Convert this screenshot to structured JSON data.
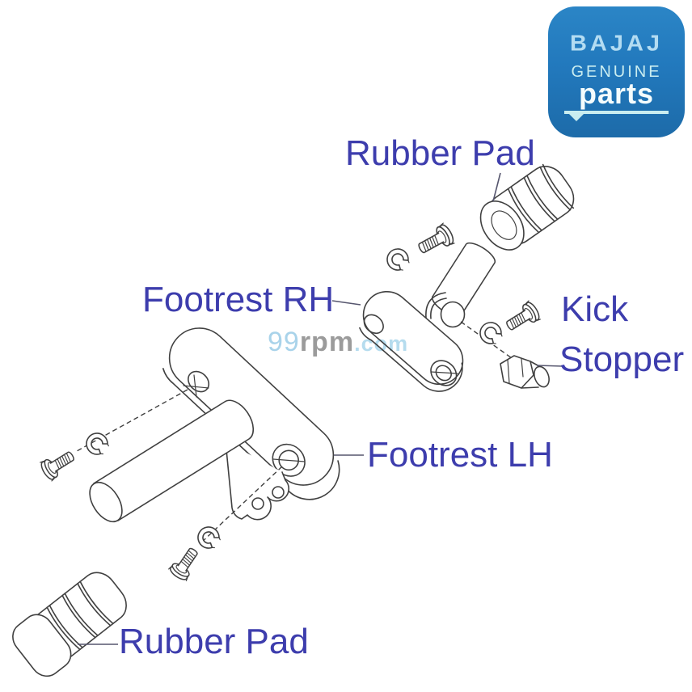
{
  "colors": {
    "label": "#3d3dad",
    "line": "#404040",
    "logo_bg": "#2279bd",
    "logo_brand": "#b3dcf2",
    "logo_genuine": "#c9edf0",
    "logo_parts": "#f4fcfd",
    "watermark_number": "#a9d3ea",
    "watermark_name": "#9b9b9b",
    "watermark_domain": "#b5dcee"
  },
  "logo": {
    "brand": "BAJAJ",
    "genuine": "GENUINE",
    "parts": "parts"
  },
  "labels": {
    "rubber_pad_top": "Rubber Pad",
    "footrest_rh": "Footrest RH",
    "kick": "Kick",
    "stopper": "Stopper",
    "footrest_lh": "Footrest LH",
    "rubber_pad_bottom": "Rubber Pad"
  },
  "watermark": {
    "number": "99",
    "name": "rpm",
    "domain": ".com"
  }
}
